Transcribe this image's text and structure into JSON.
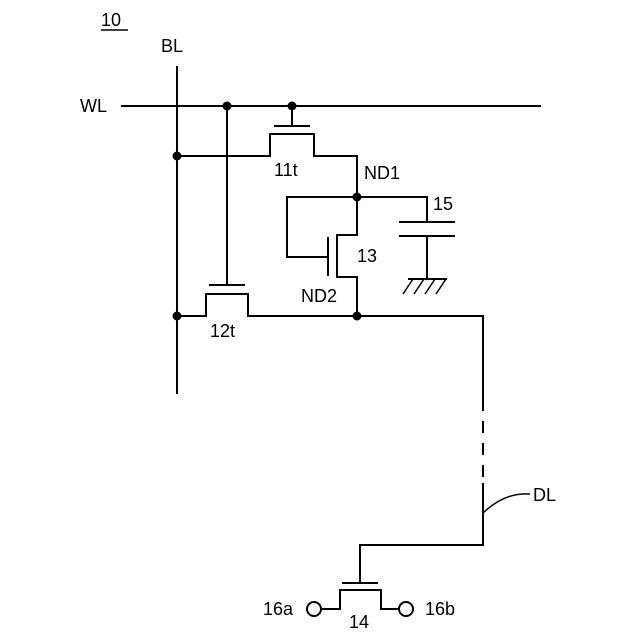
{
  "figure": {
    "ref": "10",
    "labels": {
      "bl": "BL",
      "wl": "WL",
      "t11": "11t",
      "t12": "12t",
      "t13": "13",
      "t14": "14",
      "nd1": "ND1",
      "nd2": "ND2",
      "cap": "15",
      "dl": "DL",
      "term_a": "16a",
      "term_b": "16b"
    }
  }
}
